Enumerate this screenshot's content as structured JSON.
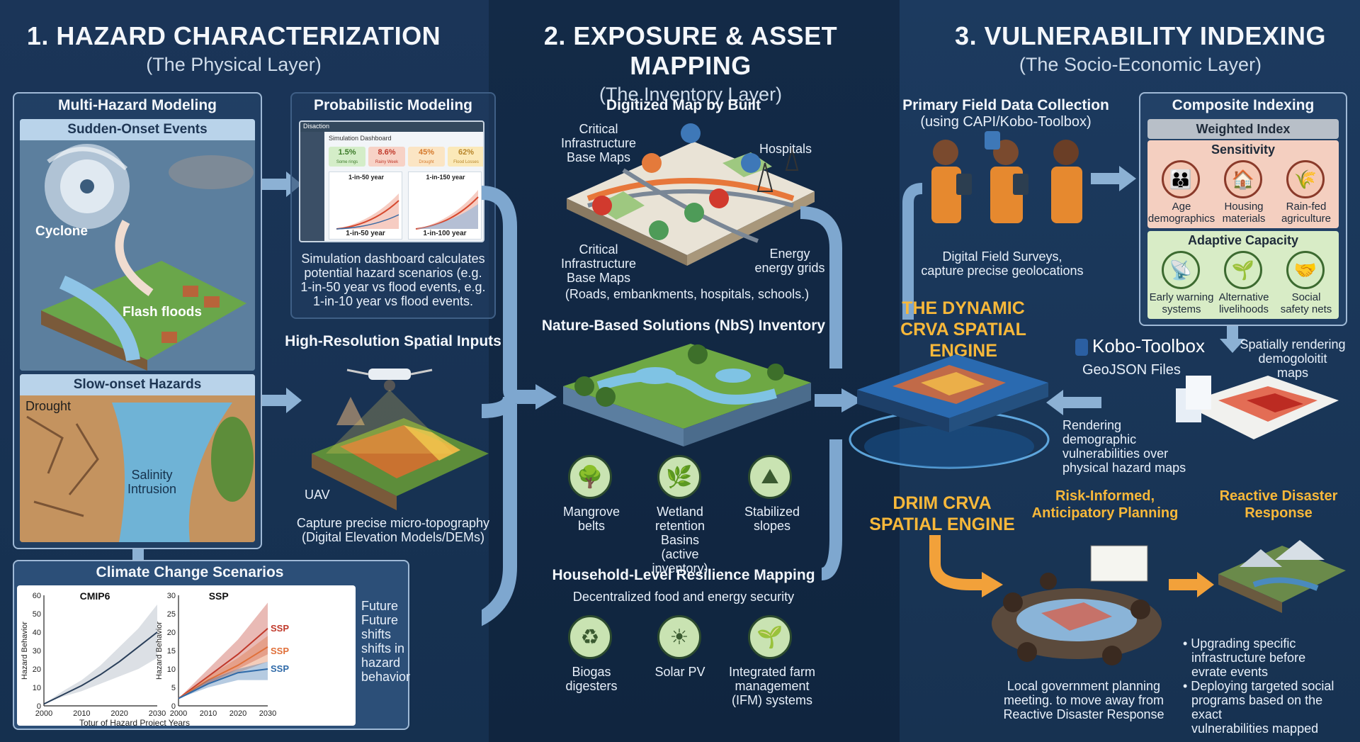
{
  "sections": [
    {
      "title": "1. HAZARD CHARACTERIZATION",
      "subtitle": "(The Physical Layer)"
    },
    {
      "title": "2. EXPOSURE & ASSET MAPPING",
      "subtitle": "(The Inventory Layer)"
    },
    {
      "title": "3. VULNERABILITY INDEXING",
      "subtitle": "(The Socio-Economic Layer)"
    }
  ],
  "hazard": {
    "multi_hazard": "Multi-Hazard Modeling",
    "sudden_onset": "Sudden-Onset Events",
    "cyclone": "Cyclone",
    "flash_floods": "Flash floods",
    "slow_onset": "Slow-onset Hazards",
    "drought": "Drought",
    "salinity": "Salinity",
    "intrusion": "Intrusion",
    "probabilistic": "Probabilistic Modeling",
    "dashboard_app": "Disaction",
    "dashboard_title": "Simulation Dashboard",
    "tiles": [
      {
        "value": "1.5%",
        "label": "Some rings"
      },
      {
        "value": "8.6%",
        "label": "Rainy Week"
      },
      {
        "value": "45%",
        "label": "Drought"
      },
      {
        "value": "62%",
        "label": "Flood Losses"
      }
    ],
    "chart_a_title": "1-in-50 year",
    "chart_b_title": "1-in-150 year",
    "chart_a_label": "1-in-50 year",
    "chart_b_label": "1-in-100 year",
    "dashboard_caption_1": "Simulation dashboard calculates",
    "dashboard_caption_2": "potential hazard scenarios (e.g.",
    "dashboard_caption_3": "1-in-50 year vs flood events, e.g.",
    "dashboard_caption_4": "1-in-10 year vs flood events.",
    "high_res": "High-Resolution Spatial Inputs",
    "uav": "UAV",
    "uav_caption_1": "Capture precise micro-topography",
    "uav_caption_2": "(Digital Elevation Models/DEMs)",
    "climate": "Climate Change Scenarios",
    "future_1": "Future",
    "future_2": "Future",
    "future_3": "shifts",
    "future_4": "shifts in",
    "future_5": "hazard",
    "future_6": "behavior"
  },
  "chart_data": [
    {
      "type": "line",
      "title": "CMIP6",
      "ylabel": "Hazard Behavior",
      "xlabel": "Totur of Hazard Project Years",
      "xlim": [
        2000,
        2030
      ],
      "ylim": [
        0,
        60
      ],
      "x_ticks": [
        2000,
        2010,
        2020,
        2030
      ],
      "y_ticks": [
        0,
        10,
        20,
        30,
        40,
        50,
        60
      ],
      "series": [
        {
          "x": [
            2000,
            2005,
            2010,
            2015,
            2020,
            2025,
            2030
          ],
          "y": [
            1,
            6,
            11,
            17,
            24,
            32,
            40
          ],
          "lower": [
            1,
            5,
            8,
            12,
            16,
            20,
            26
          ],
          "upper": [
            1,
            8,
            14,
            22,
            32,
            42,
            55
          ]
        }
      ]
    },
    {
      "type": "line",
      "title": "SSP",
      "ylabel": "Hazard Behavior",
      "xlim": [
        2000,
        2030
      ],
      "ylim": [
        0,
        30
      ],
      "x_ticks": [
        2000,
        2010,
        2020,
        2030
      ],
      "y_ticks": [
        0,
        5,
        10,
        15,
        20,
        25,
        30
      ],
      "series": [
        {
          "name": "SSP",
          "color": "#c0392b",
          "x": [
            2000,
            2010,
            2020,
            2030
          ],
          "y": [
            2,
            8,
            14,
            21
          ],
          "lower": [
            2,
            6,
            10,
            14
          ],
          "upper": [
            2,
            10,
            18,
            28
          ]
        },
        {
          "name": "SSP",
          "color": "#e0703a",
          "x": [
            2000,
            2010,
            2020,
            2030
          ],
          "y": [
            2,
            7,
            11,
            16
          ],
          "lower": [
            2,
            6,
            9,
            12
          ],
          "upper": [
            2,
            8,
            13,
            19
          ]
        },
        {
          "name": "SSP",
          "color": "#2f6aa8",
          "x": [
            2000,
            2010,
            2020,
            2030
          ],
          "y": [
            2,
            6,
            9,
            10
          ],
          "lower": [
            2,
            5,
            7,
            7
          ],
          "upper": [
            2,
            7,
            10,
            12
          ]
        }
      ]
    }
  ],
  "exposure": {
    "digitized": "Digitized Map by Built",
    "crit_base_1": "Critical",
    "crit_base_2": "Infrastructure",
    "crit_base_3": "Base Maps",
    "hospitals": "Hospitals",
    "crit2_1": "Critical",
    "crit2_2": "Infrastructure",
    "crit2_3": "Base Maps",
    "crit2_4": "(Roads, embankments, hospitals, schools.)",
    "energy_1": "Energy",
    "energy_2": "energy grids",
    "nbs": "Nature-Based Solutions (NbS) Inventory",
    "mangrove_1": "Mangrove",
    "mangrove_2": "belts",
    "wetland_1": "Wetland",
    "wetland_2": "retention Basins",
    "wetland_3": "(active inventory)",
    "slopes_1": "Stabilized",
    "slopes_2": "slopes",
    "household": "Household-Level Resilience Mapping",
    "decentral": "Decentralized food and energy security",
    "biogas_1": "Biogas",
    "biogas_2": "digesters",
    "solar": "Solar PV",
    "ifm_1": "Integrated farm",
    "ifm_2": "management",
    "ifm_3": "(IFM) systems"
  },
  "vulnerability": {
    "field_1": "Primary Field Data Collection",
    "field_2": "(using CAPI/Kobo-Toolbox)",
    "surveys_1": "Digital Field Surveys,",
    "surveys_2": "capture precise geolocations",
    "composite": "Composite Indexing",
    "weighted": "Weighted Index",
    "sensitivity": "Sensitivity",
    "sens_items": [
      {
        "l1": "Age",
        "l2": "demographics"
      },
      {
        "l1": "Housing",
        "l2": "materials"
      },
      {
        "l1": "Rain-fed",
        "l2": "agriculture"
      }
    ],
    "adaptive": "Adaptive Capacity",
    "adap_items": [
      {
        "l1": "Early warning",
        "l2": "systems"
      },
      {
        "l1": "Alternative",
        "l2": "livelihoods"
      },
      {
        "l1": "Social",
        "l2": "safety nets"
      }
    ],
    "engine_1": "THE DYNAMIC",
    "engine_2": "CRVA SPATIAL ENGINE",
    "kobo": "Kobo-Toolbox",
    "geojson": "GeoJSON Files",
    "spatial_1": "Spatially rendering",
    "spatial_2": "demogoloitit",
    "spatial_3": "maps",
    "render_1": "Rendering",
    "render_2": "demographic",
    "render_3": "vulnerabilities over",
    "render_4": "physical hazard maps",
    "drim_1": "DRIM CRVA",
    "drim_2": "SPATIAL ENGINE",
    "risk_1": "Risk-Informed,",
    "risk_2": "Anticipatory Planning",
    "reactive_1": "Reactive Disaster",
    "reactive_2": "Response",
    "meeting_1": "Local government planning",
    "meeting_2": "meeting. to move away from",
    "meeting_3": "Reactive Disaster Response",
    "bullet_1a": "• Upgrading specific",
    "bullet_1b": "infrastructure before",
    "bullet_1c": "evrate events",
    "bullet_2a": "• Deploying targeted social",
    "bullet_2b": "programs based on the exact",
    "bullet_2c": "vulnerabilities mapped"
  },
  "colors": {
    "accent_orange": "#f8b83a",
    "arrow_blue": "#7ea7cf",
    "arrow_orange": "#f2a13a",
    "sensitivity_bg": "#f4cfc0",
    "adaptive_bg": "#d8ecc6"
  }
}
